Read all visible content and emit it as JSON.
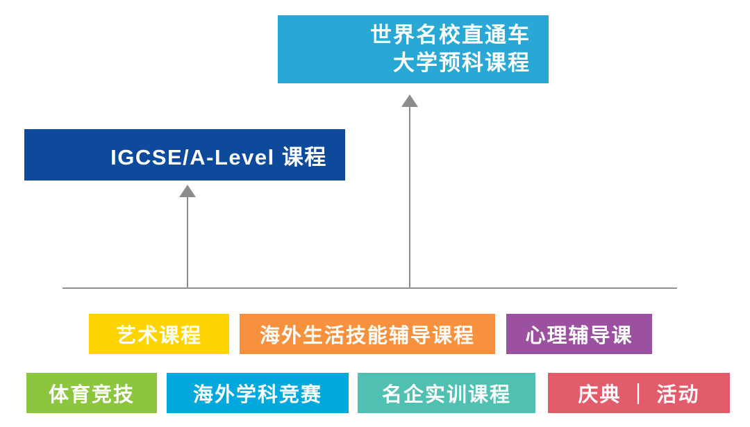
{
  "top_box": {
    "line1": "世界名校直通车",
    "line2": "大学预科课程",
    "color": "#29a8d5"
  },
  "mid_box": {
    "label": "IGCSE/A-Level 课程",
    "color": "#0d4a9c"
  },
  "row1": [
    {
      "label": "艺术课程",
      "color": "#ffd400"
    },
    {
      "label": "海外生活技能辅导课程",
      "color": "#f7913e"
    },
    {
      "label": "心理辅导课",
      "color": "#9b50a0"
    }
  ],
  "row2": [
    {
      "label": "体育竞技",
      "color": "#8cc63f"
    },
    {
      "label": "海外学科竞赛",
      "color": "#00a8dc"
    },
    {
      "label": "名企实训课程",
      "color": "#4fc0b1"
    },
    {
      "label": "庆典 ｜ 活动",
      "color": "#e25c6b"
    }
  ],
  "lines": {
    "arrow_color": "#8c8c8c",
    "baseline_color": "#8f8f8f"
  }
}
